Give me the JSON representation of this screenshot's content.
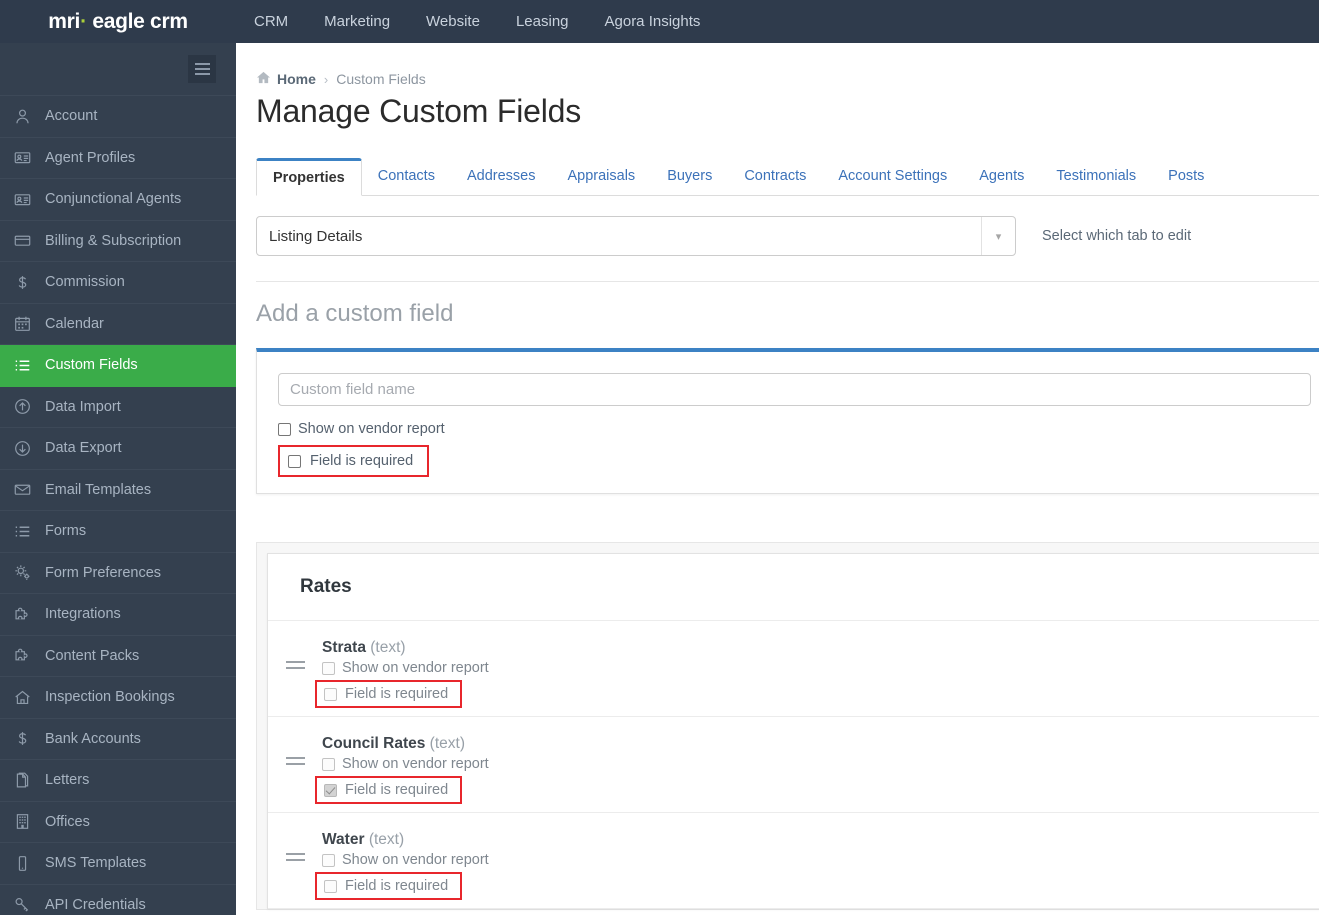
{
  "topbar": {
    "logo_mri": "mri",
    "logo_rest": "eagle crm",
    "nav": [
      {
        "label": "CRM"
      },
      {
        "label": "Marketing"
      },
      {
        "label": "Website"
      },
      {
        "label": "Leasing"
      },
      {
        "label": "Agora Insights"
      }
    ]
  },
  "sidebar": {
    "items": [
      {
        "label": "Account",
        "icon": "user-icon",
        "active": false
      },
      {
        "label": "Agent Profiles",
        "icon": "id-card-icon",
        "active": false
      },
      {
        "label": "Conjunctional Agents",
        "icon": "id-card-icon",
        "active": false
      },
      {
        "label": "Billing & Subscription",
        "icon": "credit-card-icon",
        "active": false
      },
      {
        "label": "Commission",
        "icon": "dollar-icon",
        "active": false
      },
      {
        "label": "Calendar",
        "icon": "calendar-icon",
        "active": false
      },
      {
        "label": "Custom Fields",
        "icon": "list-icon",
        "active": true
      },
      {
        "label": "Data Import",
        "icon": "arrow-up-circle-icon",
        "active": false
      },
      {
        "label": "Data Export",
        "icon": "arrow-down-circle-icon",
        "active": false
      },
      {
        "label": "Email Templates",
        "icon": "envelope-icon",
        "active": false
      },
      {
        "label": "Forms",
        "icon": "list-icon",
        "active": false
      },
      {
        "label": "Form Preferences",
        "icon": "gears-icon",
        "active": false
      },
      {
        "label": "Integrations",
        "icon": "puzzle-icon",
        "active": false
      },
      {
        "label": "Content Packs",
        "icon": "puzzle-icon",
        "active": false
      },
      {
        "label": "Inspection Bookings",
        "icon": "home-icon",
        "active": false
      },
      {
        "label": "Bank Accounts",
        "icon": "dollar-icon",
        "active": false
      },
      {
        "label": "Letters",
        "icon": "documents-icon",
        "active": false
      },
      {
        "label": "Offices",
        "icon": "building-icon",
        "active": false
      },
      {
        "label": "SMS Templates",
        "icon": "mobile-icon",
        "active": false
      },
      {
        "label": "API Credentials",
        "icon": "key-icon",
        "active": false
      }
    ]
  },
  "breadcrumb": {
    "home": "Home",
    "separator": "›",
    "current": "Custom Fields"
  },
  "page": {
    "title": "Manage Custom Fields"
  },
  "tabs": [
    {
      "label": "Properties",
      "active": true
    },
    {
      "label": "Contacts",
      "active": false
    },
    {
      "label": "Addresses",
      "active": false
    },
    {
      "label": "Appraisals",
      "active": false
    },
    {
      "label": "Buyers",
      "active": false
    },
    {
      "label": "Contracts",
      "active": false
    },
    {
      "label": "Account Settings",
      "active": false
    },
    {
      "label": "Agents",
      "active": false
    },
    {
      "label": "Testimonials",
      "active": false
    },
    {
      "label": "Posts",
      "active": false
    }
  ],
  "tab_select": {
    "value": "Listing Details",
    "hint": "Select which tab to edit"
  },
  "add_section": {
    "heading": "Add a custom field",
    "input_placeholder": "Custom field name",
    "show_on_vendor_report_label": "Show on vendor report",
    "show_on_vendor_report_checked": false,
    "field_is_required_label": "Field is required",
    "field_is_required_checked": false
  },
  "group": {
    "title": "Rates",
    "fields": [
      {
        "name": "Strata",
        "type": "(text)",
        "show_on_vendor_report_label": "Show on vendor report",
        "show_on_vendor_report_checked": false,
        "field_is_required_label": "Field is required",
        "field_is_required_checked": false
      },
      {
        "name": "Council Rates",
        "type": "(text)",
        "show_on_vendor_report_label": "Show on vendor report",
        "show_on_vendor_report_checked": false,
        "field_is_required_label": "Field is required",
        "field_is_required_checked": true
      },
      {
        "name": "Water",
        "type": "(text)",
        "show_on_vendor_report_label": "Show on vendor report",
        "show_on_vendor_report_checked": false,
        "field_is_required_label": "Field is required",
        "field_is_required_checked": false
      }
    ]
  },
  "colors": {
    "topbar": "#2f3b4c",
    "sidebar": "#34404f",
    "active_green": "#3aac49",
    "accent_blue": "#3c82c4",
    "highlight_red": "#e8262c",
    "logo_lime": "#aace39"
  }
}
